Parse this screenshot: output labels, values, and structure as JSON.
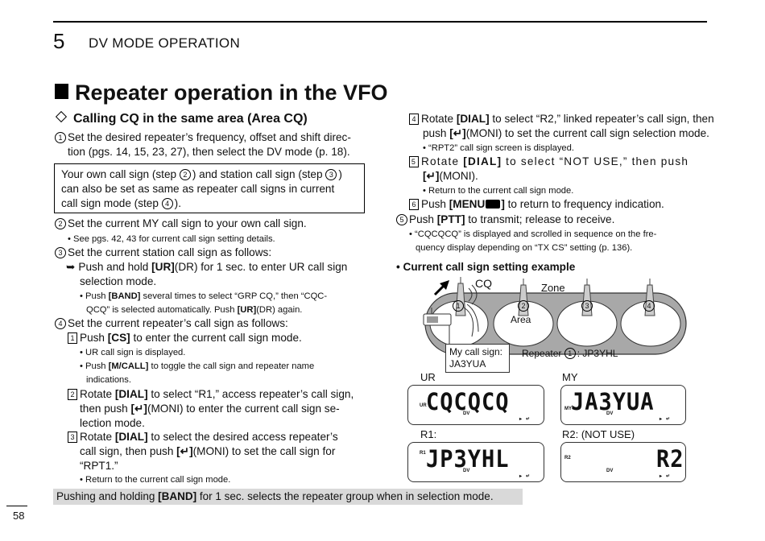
{
  "header": {
    "chapter_number": "5",
    "chapter_title": "DV MODE OPERATION"
  },
  "section_title": "Repeater operation in the VFO",
  "subsection_title": "Calling CQ in the same area (Area CQ)",
  "left": {
    "step1": {
      "num": "1",
      "line1": "Set the desired repeater’s frequency, offset and shift direc-",
      "line2": "tion (pgs. 14, 15, 23, 27), then select the DV mode (p. 18)."
    },
    "note": {
      "l1a": "Your own call sign (step ",
      "n2": "2",
      "l1b": ") and station call sign (step ",
      "n3": "3",
      "l1c": ")",
      "l2": "can also be set as same as repeater call signs in current",
      "l3a": "call sign mode (step ",
      "n4": "4",
      "l3b": ")."
    },
    "step2": {
      "num": "2",
      "text": "Set the current MY call sign to your own call sign.",
      "sub": "• See pgs. 42, 43 for current call sign setting details."
    },
    "step3": {
      "num": "3",
      "text": "Set the current station call sign as follows:",
      "arrow": "➥",
      "l1a": "Push and hold ",
      "l1key": "[UR]",
      "l1b": "(DR) for 1 sec. to enter UR call sign",
      "l2": "selection mode.",
      "s1a": "• Push ",
      "s1key": "[BAND]",
      "s1b": " several times to select “GRP CQ,” then “CQC-",
      "s2a": "QCQ” is selected automatically. Push ",
      "s2key": "[UR]",
      "s2b": "(DR) again."
    },
    "step4": {
      "num": "4",
      "text": "Set the current repeater’s call sign as follows:",
      "i1": {
        "num": "1",
        "a": "Push ",
        "key": "[CS]",
        "b": " to enter the current call sign mode."
      },
      "i1s1": "• UR call sign is displayed.",
      "i1s2a": "• Push ",
      "i1s2key": "[M/CALL]",
      "i1s2b": " to toggle the call sign and repeater name",
      "i1s3": "indications.",
      "i2": {
        "num": "2",
        "a": "Rotate ",
        "key": "[DIAL]",
        "b": " to select “R1,” access repeater’s call sign,",
        "l2a": "then push ",
        "key2": "[↵]",
        "l2b": "(MONI) to enter the current call sign se-",
        "l3": "lection mode."
      },
      "i3": {
        "num": "3",
        "a": "Rotate ",
        "key": "[DIAL]",
        "b": " to select the desired access repeater’s",
        "l2a": "call sign, then push ",
        "key2": "[↵]",
        "l2b": "(MONI) to set the call sign for",
        "l3": "“RPT1.”"
      },
      "i3s": "• Return to the current call sign mode."
    }
  },
  "right": {
    "i4": {
      "num": "4",
      "a": "Rotate ",
      "key": "[DIAL]",
      "b": " to select “R2,” linked repeater’s call sign, then",
      "l2a": "push ",
      "key2": "[↵]",
      "l2b": "(MONI) to set the current call sign selection mode."
    },
    "i4s": "• “RPT2” call sign screen is displayed.",
    "i5": {
      "num": "5",
      "a": "Rotate ",
      "key": "[DIAL]",
      "b": " to select “NOT USE,” then push",
      "l2key": "[↵]",
      "l2b": "(MONI)."
    },
    "i5s": "• Return to the current call sign mode.",
    "i6": {
      "num": "6",
      "a": "Push ",
      "key": "[MENU",
      "key_end": "]",
      "b": " to return to frequency indication."
    },
    "step5": {
      "num": "5",
      "a": "Push ",
      "key": "[PTT]",
      "b": " to transmit; release to receive.",
      "s1": "• “CQCQCQ” is displayed and scrolled in sequence on the fre-",
      "s2": "quency display depending on “TX CS” setting (p. 136)."
    },
    "example_title": "• Current call sign setting example"
  },
  "diagram": {
    "cq": "CQ",
    "zone": "Zone",
    "area": "Area",
    "zone_nums": [
      "1",
      "2",
      "3",
      "4"
    ],
    "my_call_label": "My call sign:",
    "my_call_value": "JA3YUA",
    "repeater_label": "Repeater",
    "repeater_num": "1",
    "repeater_value": ": JP3YHL"
  },
  "displays": {
    "ur": {
      "label": "UR",
      "value": "CQCQCQ",
      "tag": "UR",
      "dv": "DV"
    },
    "my": {
      "label": "MY",
      "value": "JA3YUA",
      "tag": "MY",
      "dv": "DV"
    },
    "r1": {
      "label": "R1:",
      "value": "JP3YHL",
      "tag": "R1",
      "dv": "DV"
    },
    "r2": {
      "label": "R2: (NOT USE)",
      "value": "R2",
      "tag": "R2",
      "dv": "DV"
    }
  },
  "footer": {
    "a": "Pushing and holding ",
    "key": "[BAND]",
    "b": " for 1 sec. selects the repeater group when in selection mode."
  },
  "page_number": "58"
}
